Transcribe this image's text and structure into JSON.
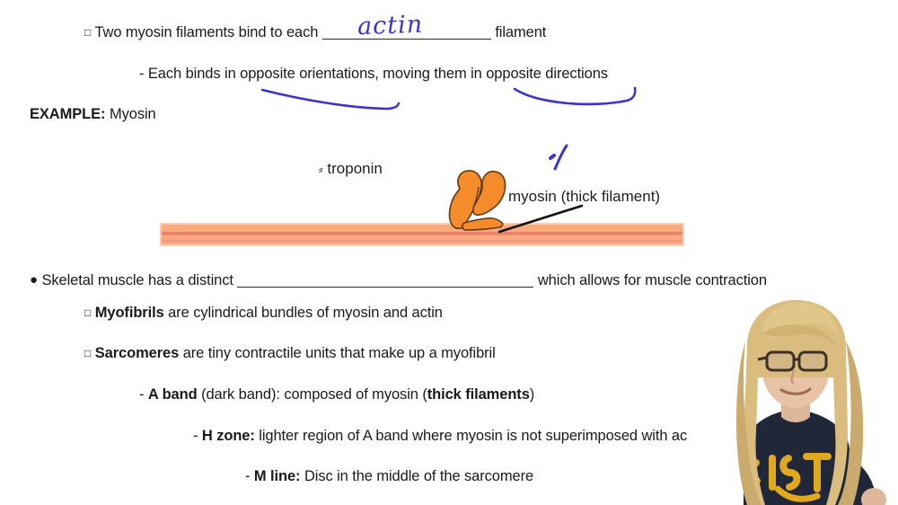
{
  "slide": {
    "background_color": "#ffffff",
    "text_color": "#1a1a1a",
    "ink_color": "#3c33cf"
  },
  "bullets": {
    "line1_marker": "□",
    "line1_before": "Two myosin filaments bind to each",
    "line1_after": "filament",
    "line1_handwriting": "actin",
    "line2": "- Each binds in opposite orientations, moving them in opposite directions",
    "example_label": "EXAMPLE:",
    "example_value": "Myosin"
  },
  "diagram": {
    "troponin_pointer": "⸗",
    "troponin_label": "troponin",
    "myosin_label": "myosin (thick filament)",
    "filament_fill": "#fca97e",
    "filament_stripe": "#e8806a",
    "filament_edge": "#f2c3ab",
    "myosin_head_fill": "#f68b2c",
    "myosin_head_stroke": "#5a3a16",
    "leader_color": "#111111"
  },
  "lower": {
    "b1_marker": "●",
    "b1_before": "Skeletal muscle has a distinct",
    "b1_after": "which allows for muscle contraction",
    "b2_marker": "□",
    "b2_bold": "Myofibrils",
    "b2_rest": "are cylindrical bundles of myosin and actin",
    "b3_marker": "□",
    "b3_bold": "Sarcomeres",
    "b3_rest": "are tiny contractile units that make up a myofibril",
    "b4_dash": "-",
    "b4_bold": "A band",
    "b4_mid": "(dark band): composed of myosin (",
    "b4_bold2": "thick filaments",
    "b4_end": ")",
    "b5_dash": "-",
    "b5_bold": "H zone:",
    "b5_rest": "lighter region of A band where myosin is not superimposed with ac",
    "b6_dash": "-",
    "b6_bold": "M line:",
    "b6_rest": "Disc in the middle of the sarcomere"
  },
  "webcam": {
    "description": "presenter-video-thumbnail",
    "hair_color": "#d9bc7e",
    "shirt_color": "#1f2738",
    "shirt_graphic_color": "#e0a81c",
    "skin_color": "#e8c3a5"
  }
}
